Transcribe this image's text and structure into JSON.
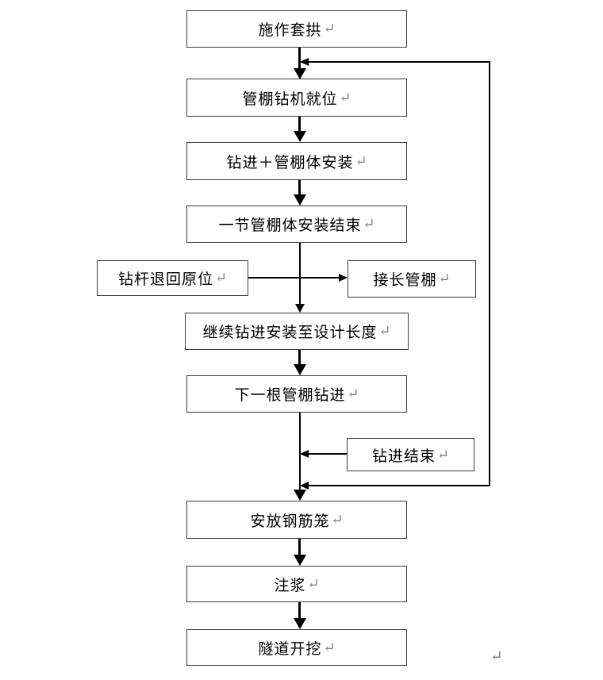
{
  "page": {
    "background": "#ffffff",
    "box_border_color": "#3c3c3c",
    "line_color": "#000000",
    "text_color": "#000000",
    "return_mark_color": "#848484"
  },
  "marks": {
    "return_mark": "↵",
    "stray_return_mark": "↵"
  },
  "nodes": {
    "construct_arch": {
      "label": "施作套拱"
    },
    "rig_in_position": {
      "label": "管棚钻机就位"
    },
    "drilling_plus_install": {
      "label": "钻进＋管棚体安装"
    },
    "section_install_complete": {
      "label": "一节管棚体安装结束"
    },
    "rod_return": {
      "label": "钻杆退回原位"
    },
    "extend_pipe": {
      "label": "接长管棚"
    },
    "continue_to_design_length": {
      "label": "继续钻进安装至设计长度"
    },
    "next_pipe_drilling": {
      "label": "下一根管棚钻进"
    },
    "drilling_end": {
      "label": "钻进结束"
    },
    "place_rebar_cage": {
      "label": "安放钢筋笼"
    },
    "grouting": {
      "label": "注浆"
    },
    "tunnel_excavation": {
      "label": "隧道开挖"
    }
  }
}
